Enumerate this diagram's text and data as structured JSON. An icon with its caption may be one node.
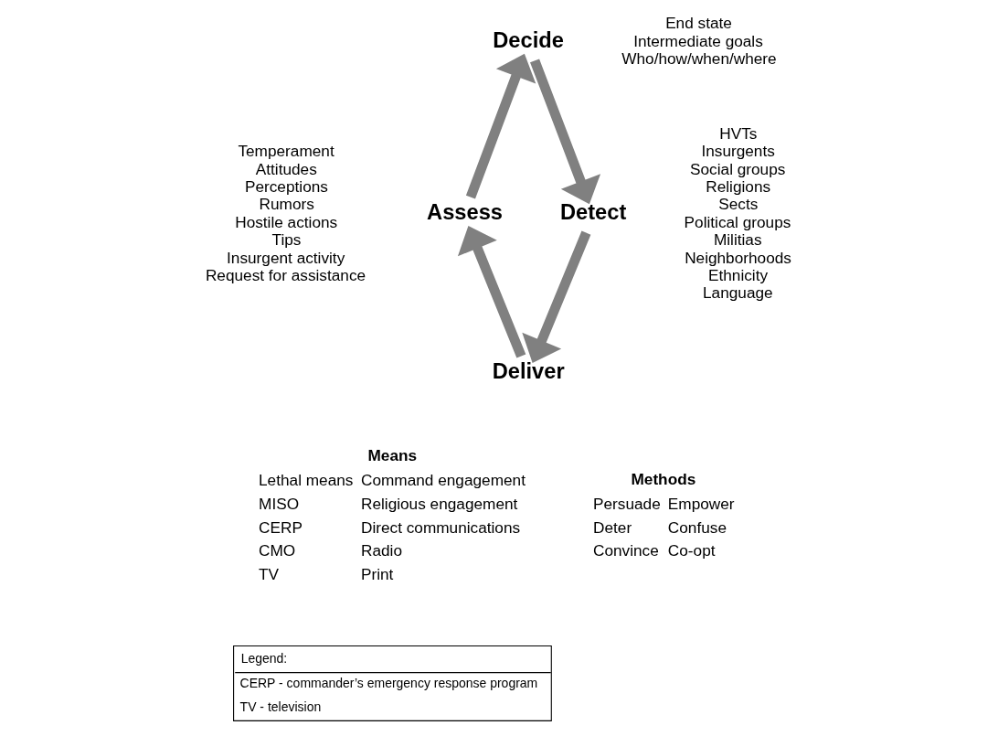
{
  "diagram": {
    "nodes": [
      {
        "text": [
          "Decide"
        ],
        "beside": [
          "End state",
          "Intermediate goals",
          "Who/how/when/where"
        ]
      },
      {
        "text": [
          "Detect"
        ],
        "beside": [
          "HVTs",
          "Insurgents",
          "Social groups",
          "Religions",
          "Sects",
          "Political groups",
          "Militias",
          "Neighborhoods",
          "Ethnicity",
          "Language"
        ]
      },
      {
        "text": [
          "Deliver"
        ]
      },
      {
        "text": [
          "Assess"
        ],
        "beside": [
          "Temperament",
          "Attitudes",
          "Perceptions",
          "Rumors",
          "Hostile actions",
          "Tips",
          "Insurgent activity",
          "Request for assistance"
        ]
      }
    ],
    "edges": [
      {
        "from": 3,
        "to": 0,
        "arrow": "to"
      },
      {
        "from": 0,
        "to": 1,
        "arrow": "to"
      },
      {
        "from": 1,
        "to": 2,
        "arrow": "to"
      },
      {
        "from": 2,
        "to": 3,
        "arrow": "to"
      }
    ],
    "labels": [
      "Means",
      "Lethal means",
      "Command engagement",
      "MISO",
      "Religious engagement",
      "CERP",
      "Direct communications",
      "CMO",
      "Radio",
      "TV",
      "Print",
      "Methods",
      "Persuade",
      "Empower",
      "Deter",
      "Confuse",
      "Convince",
      "Co-opt",
      "Legend:",
      "CERP - commander’s emergency response program",
      "TV - television"
    ]
  }
}
